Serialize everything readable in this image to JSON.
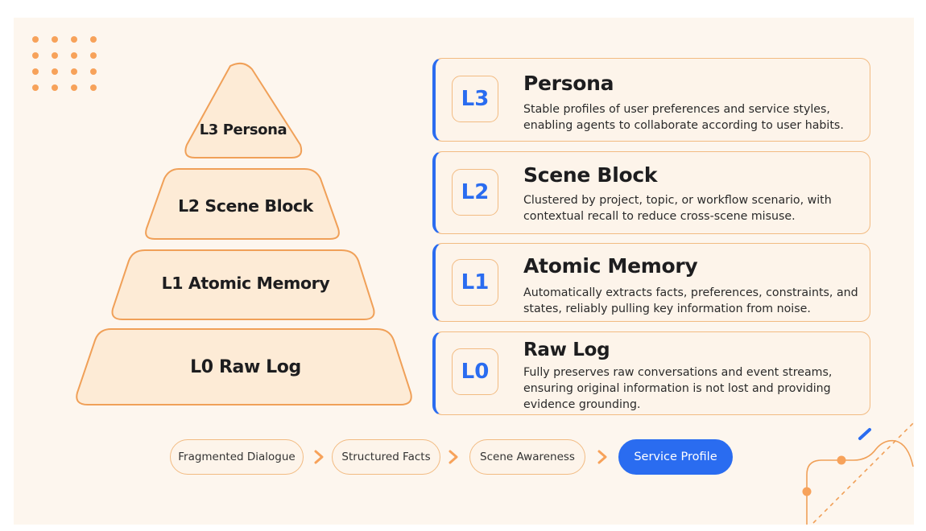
{
  "pyramid": {
    "levels": [
      {
        "label": "L3 Persona"
      },
      {
        "label": "L2 Scene Block"
      },
      {
        "label": "L1 Atomic Memory"
      },
      {
        "label": "L0 Raw Log"
      }
    ]
  },
  "cards": [
    {
      "badge": "L3",
      "title": "Persona",
      "desc": "Stable profiles of user preferences and service styles, enabling agents to collaborate according to user habits."
    },
    {
      "badge": "L2",
      "title": "Scene Block",
      "desc": "Clustered by project, topic, or workflow scenario, with contextual recall to reduce cross-scene misuse."
    },
    {
      "badge": "L1",
      "title": "Atomic Memory",
      "desc": "Automatically extracts facts, preferences, constraints, and states, reliably pulling key information from noise."
    },
    {
      "badge": "L0",
      "title": "Raw Log",
      "desc": "Fully preserves raw conversations and event streams, ensuring original information is not lost and providing evidence grounding."
    }
  ],
  "flow": {
    "steps": [
      {
        "label": "Fragmented Dialogue"
      },
      {
        "label": "Structured Facts"
      },
      {
        "label": "Scene Awareness"
      },
      {
        "label": "Service Profile"
      }
    ]
  },
  "colors": {
    "accent_blue": "#2a6cf0",
    "accent_orange": "#f7a25a",
    "border_orange": "#f2bb82",
    "background": "#fdf6ee"
  }
}
